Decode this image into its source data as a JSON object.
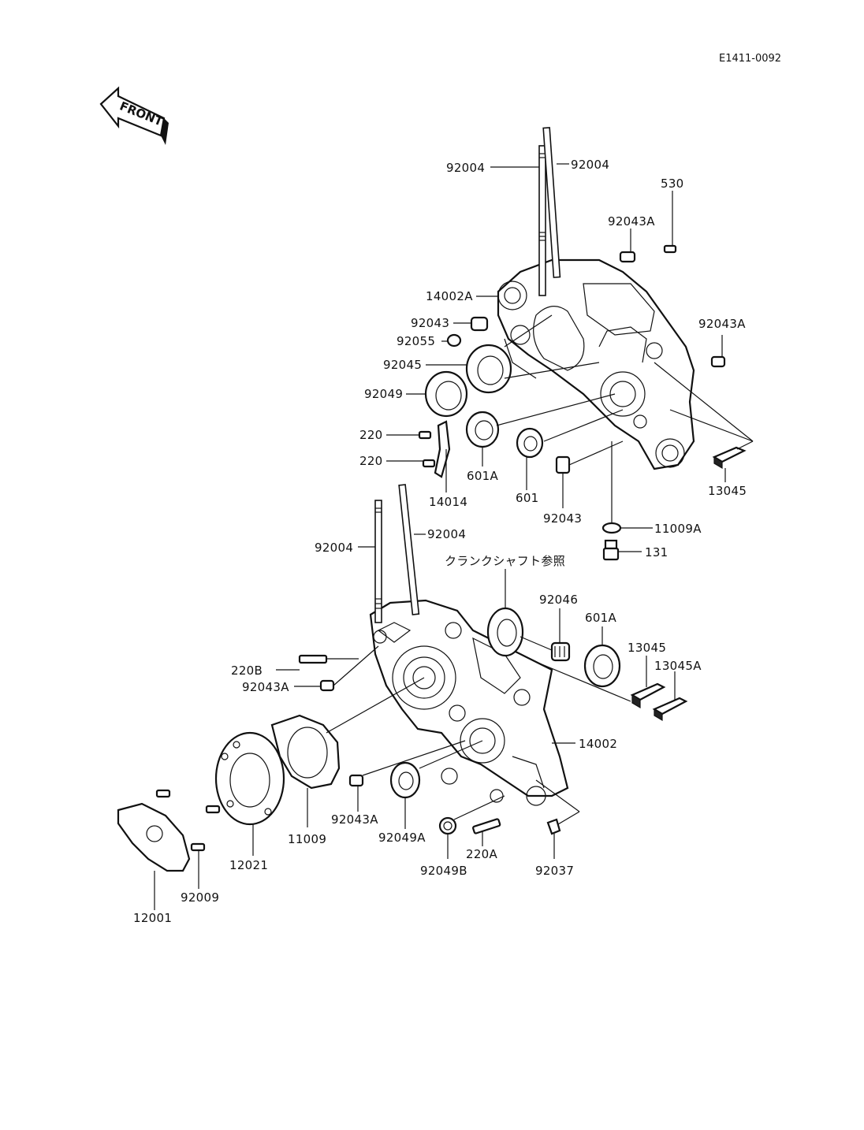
{
  "diagram_code": "E1411-0092",
  "front_label": "FRONT",
  "note_crankshaft": "クランクシャフト参照",
  "labels": {
    "p92004_a": "92004",
    "p92004_b": "92004",
    "p530": "530",
    "p92043A_a": "92043A",
    "p14002A": "14002A",
    "p92043_a": "92043",
    "p92055": "92055",
    "p92045": "92045",
    "p92049": "92049",
    "p92043A_b": "92043A",
    "p220_a": "220",
    "p220_b": "220",
    "p601A_a": "601A",
    "p14014": "14014",
    "p601": "601",
    "p92043_b": "92043",
    "p13045_a": "13045",
    "p11009A": "11009A",
    "p131": "131",
    "p92004_c": "92004",
    "p92004_d": "92004",
    "p92046": "92046",
    "p601A_b": "601A",
    "p13045_b": "13045",
    "p13045A": "13045A",
    "p220B": "220B",
    "p92043A_c": "92043A",
    "p14002": "14002",
    "p11009": "11009",
    "p92043A_d": "92043A",
    "p92049A": "92049A",
    "p12021": "12021",
    "p92009": "92009",
    "p12001": "12001",
    "p220A": "220A",
    "p92049B": "92049B",
    "p92037": "92037"
  }
}
